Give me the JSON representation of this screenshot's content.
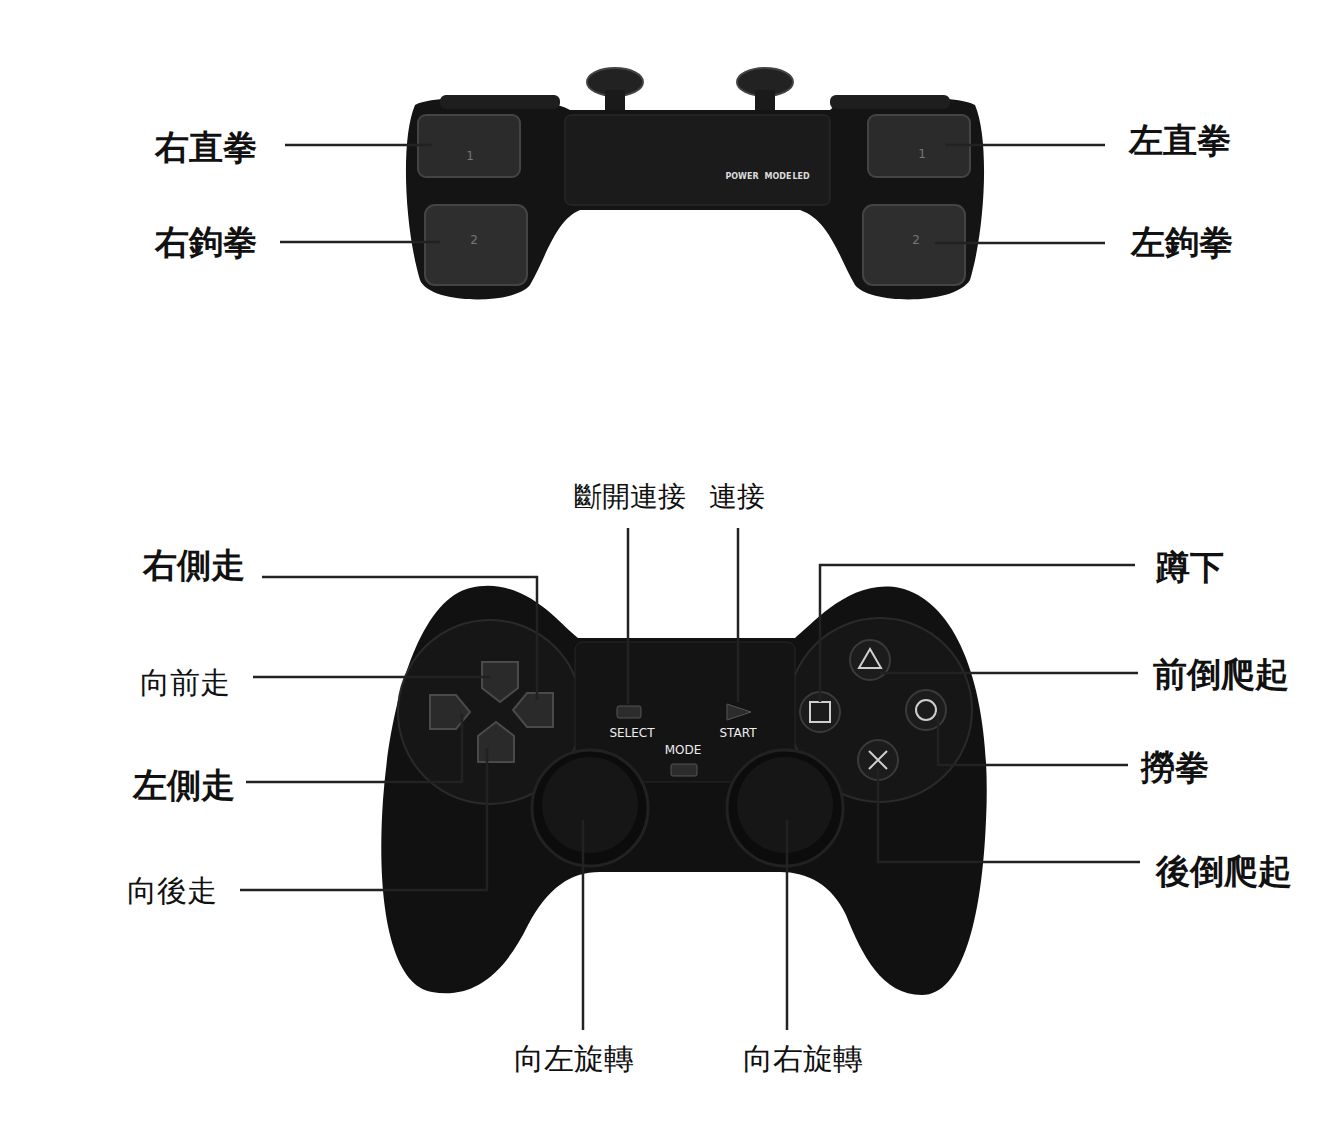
{
  "diagram": {
    "labels": [
      "右直拳",
      "右鉤拳",
      "左直拳",
      "左鉤拳",
      "1",
      "2",
      "1",
      "2",
      "POWER",
      "MODE",
      "LED",
      "斷開連接",
      "連接",
      "右側走",
      "向前走",
      "左側走",
      "向後走",
      "SELECT",
      "START",
      "MODE",
      "蹲下",
      "前倒爬起",
      "撈拳",
      "後倒爬起",
      "向左旋轉",
      "向右旋轉"
    ]
  }
}
